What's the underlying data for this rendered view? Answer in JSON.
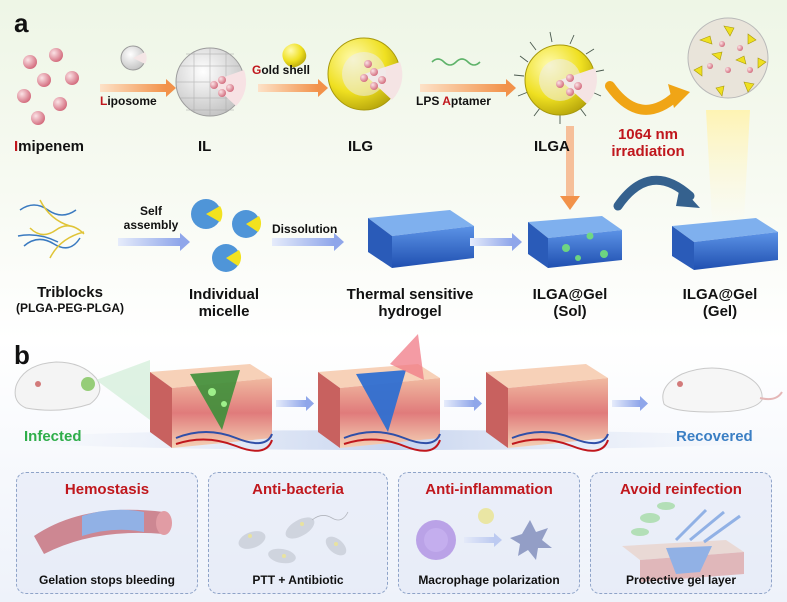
{
  "panels": {
    "a": "a",
    "b": "b"
  },
  "panel_a": {
    "imipenem": {
      "initial": "I",
      "rest": "mipenem"
    },
    "liposome_step": {
      "initial": "L",
      "rest": "iposome"
    },
    "gold_step": {
      "initial": "G",
      "rest": "old shell"
    },
    "aptamer_step": {
      "prefix": "LPS ",
      "initial": "A",
      "rest": "ptamer"
    },
    "il": "IL",
    "ilg": "ILG",
    "ilga": "ILGA",
    "irradiation_line1": "1064 nm",
    "irradiation_line2": "irradiation",
    "self_assembly_line1": "Self",
    "self_assembly_line2": "assembly",
    "dissolution": "Dissolution",
    "triblocks_line1": "Triblocks",
    "triblocks_line2": "(PLGA-PEG-PLGA)",
    "micelle_line1": "Individual",
    "micelle_line2": "micelle",
    "hydrogel_line1": "Thermal sensitive",
    "hydrogel_line2": "hydrogel",
    "sol_line1": "ILGA@Gel",
    "sol_line2": "(Sol)",
    "gel_line1": "ILGA@Gel",
    "gel_line2": "(Gel)"
  },
  "panel_b": {
    "infected": "Infected",
    "recovered": "Recovered",
    "boxes": [
      {
        "title": "Hemostasis",
        "caption": "Gelation stops bleeding"
      },
      {
        "title": "Anti-bacteria",
        "caption": "PTT + Antibiotic"
      },
      {
        "title": "Anti-inflammation",
        "caption": "Macrophage polarization"
      },
      {
        "title": "Avoid reinfection",
        "caption": "Protective gel layer"
      }
    ]
  },
  "colors": {
    "accent_red": "#c0171d",
    "infected_green": "#2fae4a",
    "recovered_blue": "#3b7fc4",
    "gold": "#f2e21f",
    "gel_blue": "#2f6fd1"
  }
}
